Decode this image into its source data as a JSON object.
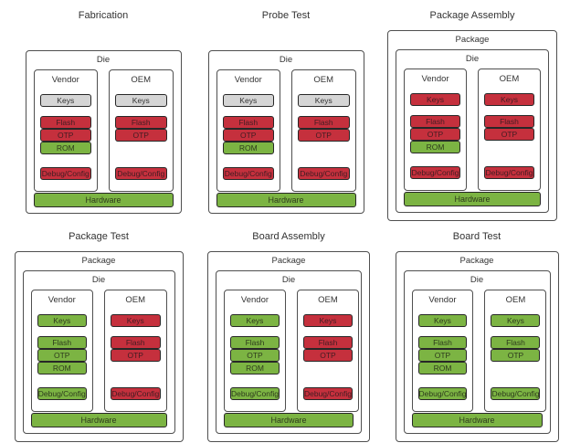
{
  "labels": {
    "package": "Package",
    "die": "Die",
    "vendor": "Vendor",
    "oem": "OEM",
    "keys": "Keys",
    "flash": "Flash",
    "otp": "OTP",
    "rom": "ROM",
    "debug": "Debug/Config",
    "hardware": "Hardware"
  },
  "palette": {
    "red": "#c5303d",
    "green": "#7cb443",
    "gray": "#d5d5d5",
    "border": "#4f4f4f",
    "chip_border": "#272727",
    "text": "#333333"
  },
  "stages": [
    {
      "title": "Fabrication",
      "wrapper": "die",
      "vendor": {
        "keys": "gray",
        "flash": "red",
        "otp": "red",
        "rom": "green",
        "debug": "red"
      },
      "oem": {
        "keys": "gray",
        "flash": "red",
        "otp": "red",
        "debug": "red"
      },
      "hardware": "green"
    },
    {
      "title": "Probe Test",
      "wrapper": "die",
      "vendor": {
        "keys": "gray",
        "flash": "red",
        "otp": "red",
        "rom": "green",
        "debug": "red"
      },
      "oem": {
        "keys": "gray",
        "flash": "red",
        "otp": "red",
        "debug": "red"
      },
      "hardware": "green"
    },
    {
      "title": "Package Assembly",
      "wrapper": "package",
      "vendor": {
        "keys": "red",
        "flash": "red",
        "otp": "red",
        "rom": "green",
        "debug": "red"
      },
      "oem": {
        "keys": "red",
        "flash": "red",
        "otp": "red",
        "debug": "red"
      },
      "hardware": "green"
    },
    {
      "title": "Package Test",
      "wrapper": "package",
      "vendor": {
        "keys": "green",
        "flash": "green",
        "otp": "green",
        "rom": "green",
        "debug": "green"
      },
      "oem": {
        "keys": "red",
        "flash": "red",
        "otp": "red",
        "debug": "red"
      },
      "hardware": "green"
    },
    {
      "title": "Board Assembly",
      "wrapper": "package",
      "vendor": {
        "keys": "green",
        "flash": "green",
        "otp": "green",
        "rom": "green",
        "debug": "green"
      },
      "oem": {
        "keys": "red",
        "flash": "red",
        "otp": "red",
        "debug": "red"
      },
      "hardware": "green"
    },
    {
      "title": "Board Test",
      "wrapper": "package",
      "vendor": {
        "keys": "green",
        "flash": "green",
        "otp": "green",
        "rom": "green",
        "debug": "green"
      },
      "oem": {
        "keys": "green",
        "flash": "green",
        "otp": "green",
        "debug": "green"
      },
      "hardware": "green"
    }
  ]
}
